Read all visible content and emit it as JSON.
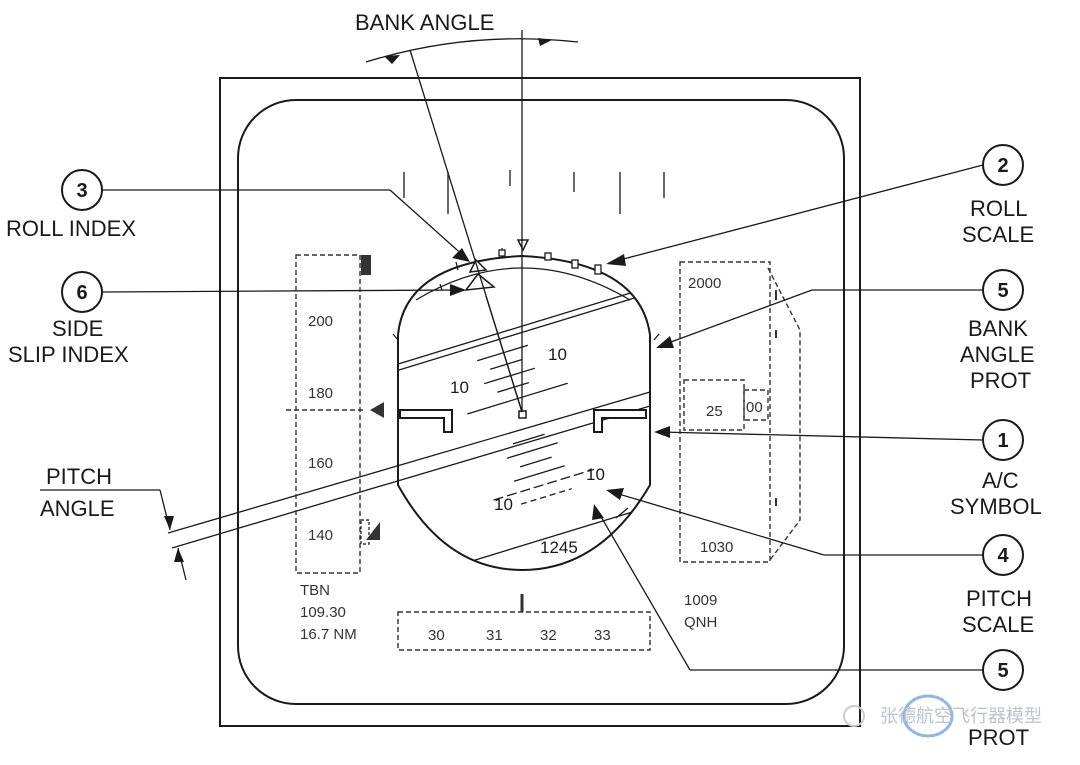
{
  "labels": {
    "bank_angle": "BANK ANGLE",
    "pitch_angle_line1": "PITCH",
    "pitch_angle_line2": "ANGLE",
    "roll_index": "ROLL INDEX",
    "side_slip_line1": "SIDE",
    "side_slip_line2": "SLIP INDEX",
    "roll_scale_line1": "ROLL",
    "roll_scale_line2": "SCALE",
    "bank_prot_line1": "BANK",
    "bank_prot_line2": "ANGLE",
    "bank_prot_line3": "PROT",
    "ac_symbol_line1": "A/C",
    "ac_symbol_line2": "SYMBOL",
    "pitch_scale_line1": "PITCH",
    "pitch_scale_line2": "SCALE",
    "pitch_prot_line": "PROT"
  },
  "callouts": {
    "n1": "1",
    "n2": "2",
    "n3": "3",
    "n4": "4",
    "n5a": "5",
    "n5b": "5",
    "n6": "6"
  },
  "pfd": {
    "pitch_up_left": "10",
    "pitch_up_right": "10",
    "pitch_down_left": "10",
    "pitch_down_right": "10",
    "radio_alt": "1245",
    "speed_ticks": [
      "200",
      "180",
      "160",
      "140"
    ],
    "nav_lines": [
      "TBN",
      "109.30",
      "16.7 NM"
    ],
    "heading_ticks": [
      "30",
      "31",
      "32",
      "33"
    ],
    "baro_value": "1009",
    "baro_unit": "QNH",
    "alt_top": "2000",
    "alt_current": "25",
    "alt_current_minor": "00",
    "alt_bottom": "1030"
  },
  "watermark": "张德航空飞行器模型"
}
